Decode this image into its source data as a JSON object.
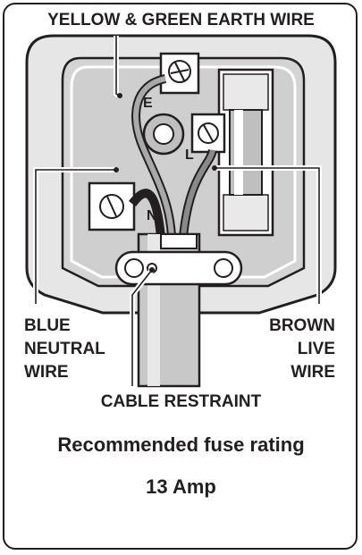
{
  "labels": {
    "earth_wire": "YELLOW & GREEN EARTH WIRE",
    "neutral_line1": "BLUE",
    "neutral_line2": "NEUTRAL",
    "neutral_line3": "WIRE",
    "live_line1": "BROWN",
    "live_line2": "LIVE",
    "live_line3": "WIRE",
    "cable_restraint": "CABLE RESTRAINT"
  },
  "terminals": {
    "earth": "E",
    "live": "L",
    "neutral": "N"
  },
  "fuse": {
    "heading": "Recommended fuse rating",
    "rating": "13 Amp"
  }
}
